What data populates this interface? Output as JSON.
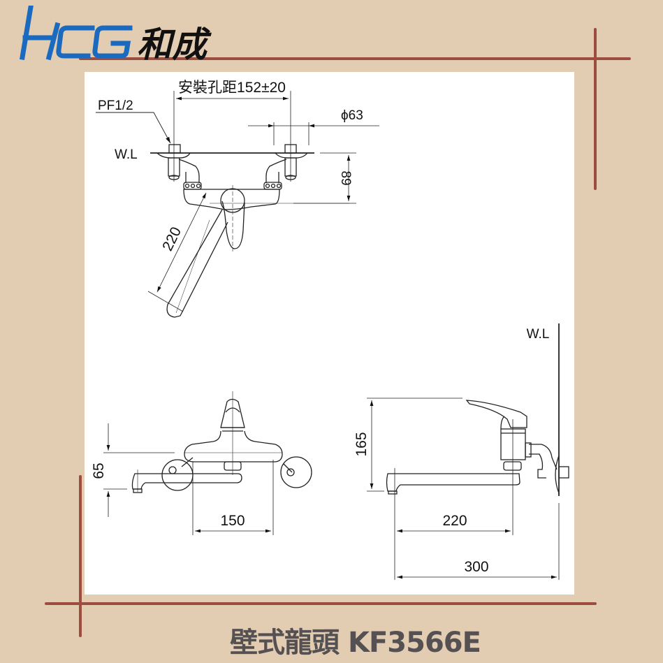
{
  "brand": {
    "latin": "HCG",
    "chinese": "和成",
    "color": "#1a6bc0"
  },
  "colors": {
    "background": "#e2ccb2",
    "frame_line": "#9b4e3f",
    "panel": "#ffffff",
    "caption": "#555152"
  },
  "drawing": {
    "top_view": {
      "mount_distance_label": "安裝孔距152±20",
      "thread_label": "PF1/2",
      "flange_diameter_label": "ϕ63",
      "wall_line_label": "W.L",
      "depth_dim": "89",
      "spout_length_dim": "220"
    },
    "front_view": {
      "height_dim": "65",
      "center_distance_dim": "150"
    },
    "side_view": {
      "wall_line_label": "W.L",
      "height_dim": "165",
      "spout_reach_dim": "220",
      "total_depth_dim": "300"
    }
  },
  "caption": {
    "title": "壁式龍頭 KF3566E"
  }
}
